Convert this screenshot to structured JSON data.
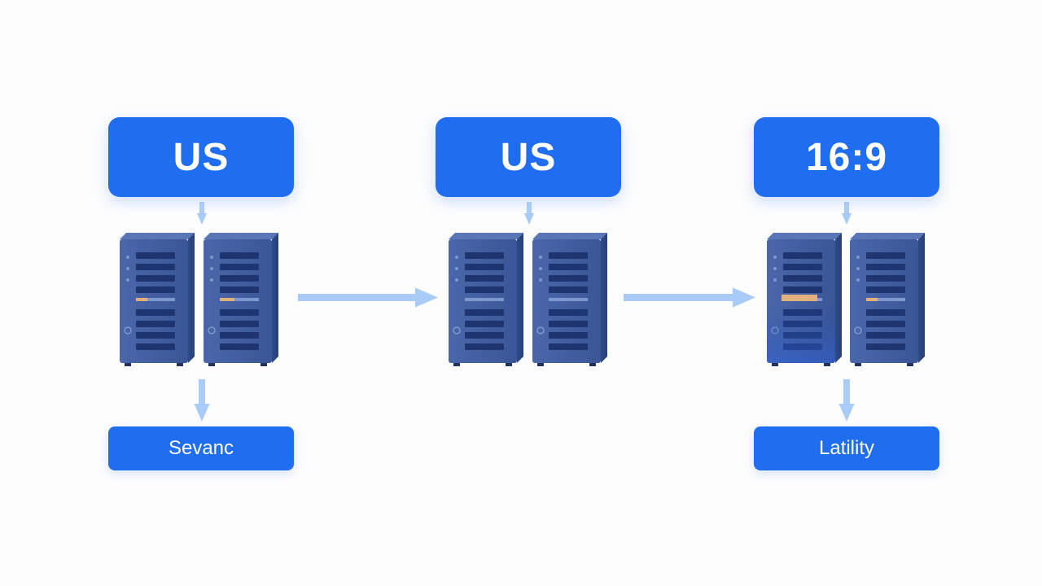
{
  "nodes": [
    {
      "header": "US",
      "footer": "Sevanc"
    },
    {
      "header": "US",
      "footer": ""
    },
    {
      "header": "16:9",
      "footer": "Latility"
    }
  ],
  "colors": {
    "accent": "#1f6df0",
    "arrow": "#a9cbf7",
    "server_body": "#3d5a9c",
    "server_side": "#2b4480",
    "server_slot": "#1e3470",
    "indicator": "#e2b07a",
    "background": "#fdfdfe"
  },
  "icons": [
    "server-rack-icon",
    "arrow-right-icon",
    "arrow-down-icon"
  ]
}
